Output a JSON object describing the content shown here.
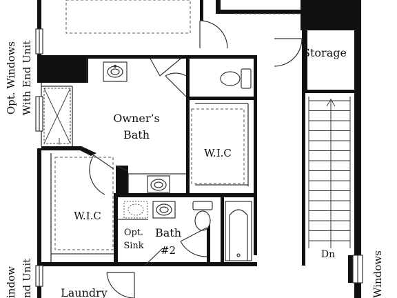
{
  "colors": {
    "wall": "#111111",
    "line": "#333333",
    "dashed": "#555555",
    "background": "#ffffff"
  },
  "rooms": {
    "owners_bath_line1": "Owner’s",
    "owners_bath_line2": "Bath",
    "wic_right": "W.I.C",
    "wic_left": "W.I.C",
    "storage": "Storage",
    "opt_sink_line1": "Opt.",
    "opt_sink_line2": "Sink",
    "bath2_line1": "Bath",
    "bath2_line2": "#2",
    "laundry": "Laundry",
    "stairs_direction": "Dn"
  },
  "side_labels": {
    "left_top_line1": "Opt. Windows",
    "left_top_line2": "With End Unit",
    "left_bottom_line1": "indow",
    "left_bottom_line2": "nd Unit",
    "right_bottom": "Windows"
  },
  "icons": {
    "sink": "sink-icon",
    "toilet": "toilet-icon",
    "tub": "bathtub-icon",
    "shower": "shower-icon",
    "stairs": "stairs-icon",
    "door": "door-swing-icon"
  }
}
